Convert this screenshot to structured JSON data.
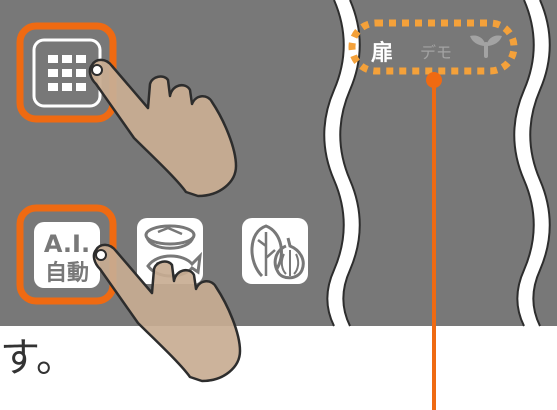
{
  "colors": {
    "panel": "#787878",
    "accent": "#ef6a12",
    "dotted": "#f4a13a",
    "icon_line": "#ffffff",
    "hand": "#c8ad92",
    "hand_outline": "#2d2d2d"
  },
  "panel_buttons": [
    {
      "id": "menu",
      "icon": "grid-menu-icon",
      "highlighted": true
    },
    {
      "id": "ai-auto",
      "icon": "ai-auto-icon",
      "highlighted": true,
      "line1": "A.I.",
      "line2": "自動"
    },
    {
      "id": "meat-fish",
      "icon": "meat-fish-icon",
      "highlighted": false
    },
    {
      "id": "vegetable",
      "icon": "vegetable-icon",
      "highlighted": false
    }
  ],
  "status_indicators": {
    "door": "扉",
    "demo": "デモ",
    "sprout_icon": "sprout-icon"
  },
  "caption": "す。"
}
